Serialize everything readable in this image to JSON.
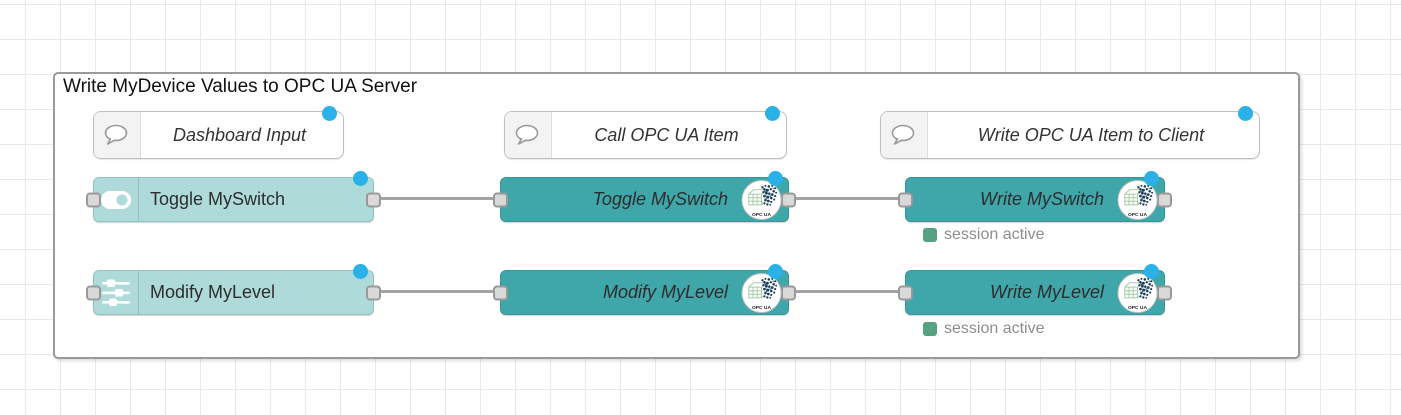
{
  "group": {
    "title": "Write MyDevice Values to OPC UA Server"
  },
  "comments": [
    {
      "label": "Dashboard Input"
    },
    {
      "label": "Call OPC UA Item"
    },
    {
      "label": "Write OPC UA Item to Client"
    }
  ],
  "nodes": [
    {
      "label": "Toggle MySwitch"
    },
    {
      "label": "Modify MyLevel"
    },
    {
      "label": "Toggle MySwitch"
    },
    {
      "label": "Modify MyLevel"
    },
    {
      "label": "Write MySwitch",
      "status": "session active"
    },
    {
      "label": "Write MyLevel",
      "status": "session active"
    }
  ],
  "badge": {
    "label": "OPC UA"
  },
  "icons": {
    "comment": "speech-bubble-icon",
    "toggle": "toggle-switch-icon",
    "level": "sliders-icon",
    "opcua": "opcua-logo-icon",
    "changed": "changed-indicator-dot"
  },
  "colors": {
    "node_light": "#aedbd9",
    "node_dark": "#3fa6aa",
    "changed_dot": "#29b1e8",
    "status_green": "#55a182",
    "wire": "#a3a3a3"
  }
}
